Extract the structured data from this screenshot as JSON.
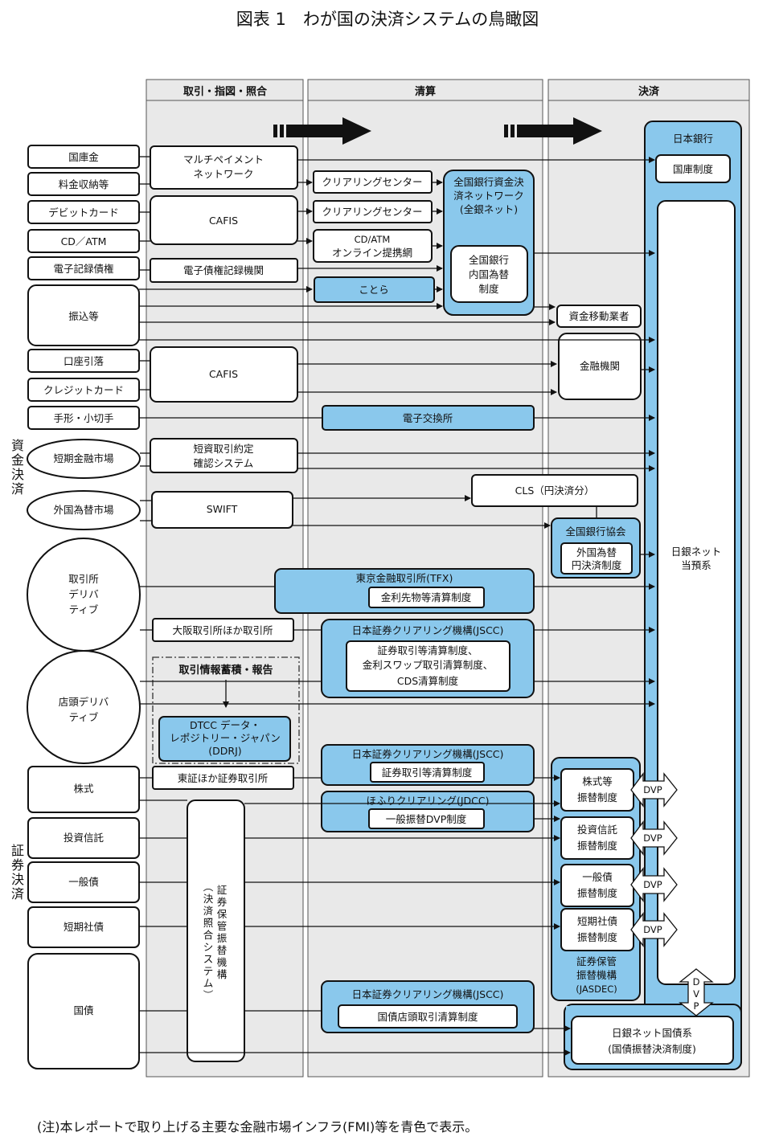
{
  "title": "図表 1　わが国の決済システムの鳥瞰図",
  "note": "(注)本レポートで取り上げる主要な金融市場インフラ(FMI)等を青色で表示。",
  "columns": {
    "trade": "取引・指図・照合",
    "clearing": "清算",
    "settlement": "決済"
  },
  "side_labels": {
    "funds": "資金決済",
    "securities": "証券決済"
  },
  "left": {
    "kokkokin": "国庫金",
    "ryokin": "料金収納等",
    "debit": "デビットカード",
    "cd_atm": "CD／ATM",
    "densai": "電子記録債権",
    "furikomi": "振込等",
    "kouza": "口座引落",
    "credit": "クレジットカード",
    "tegata": "手形・小切手",
    "tanki": "短期金融市場",
    "gaikoku": "外国為替市場",
    "deriv": [
      "取引所",
      "デリバ",
      "ティブ"
    ],
    "otc": [
      "店頭デリバ",
      "ティブ"
    ],
    "kabu": "株式",
    "toshin": "投資信託",
    "ippan": "一般債",
    "tankisha": "短期社債",
    "kokusai": "国債"
  },
  "trade": {
    "multi": [
      "マルチペイメント",
      "ネットワーク"
    ],
    "cafis1": "CAFIS",
    "densai_org": "電子債権記録機関",
    "cafis2": "CAFIS",
    "tanshi": [
      "短資取引約定",
      "確認システム"
    ],
    "swift": "SWIFT",
    "osaka": "大阪取引所ほか取引所",
    "report": "取引情報蓄積・報告",
    "dtcc": [
      "DTCC データ・",
      "レポジトリー・ジャパン",
      "(DDRJ)"
    ],
    "tosho": "東証ほか証券取引所",
    "hofuri_sys": [
      "証券保管振替機構",
      "(決済照合システム)"
    ]
  },
  "clearing": {
    "clr1": "クリアリングセンター",
    "clr2": "クリアリングセンター",
    "cd_online": [
      "CD/ATM",
      "オンライン提携網"
    ],
    "kotora": "ことら",
    "zengin": [
      "全国銀行資金決",
      "済ネットワーク",
      "(全銀ネット)"
    ],
    "zengin_naikoku": [
      "全国銀行",
      "内国為替",
      "制度"
    ],
    "denshi": "電子交換所",
    "cls": "CLS（円決済分）",
    "tfx": "東京金融取引所(TFX)",
    "tfx_sub": "金利先物等清算制度",
    "jscc1": "日本証券クリアリング機構(JSCC)",
    "jscc1_sub": [
      "証券取引等清算制度、",
      "金利スワップ取引清算制度、",
      "CDS清算制度"
    ],
    "jscc2": "日本証券クリアリング機構(JSCC)",
    "jscc2_sub": "証券取引等清算制度",
    "jdcc": "ほふりクリアリング(JDCC)",
    "jdcc_sub": "一般振替DVP制度",
    "jscc3": "日本証券クリアリング機構(JSCC)",
    "jscc3_sub": "国債店頭取引清算制度"
  },
  "settlement": {
    "boj": "日本銀行",
    "kokko": "国庫制度",
    "shikin": "資金移動業者",
    "kinyu": "金融機関",
    "zenginkyo": "全国銀行協会",
    "gaitame": [
      "外国為替",
      "円決済制度"
    ],
    "toyo": [
      "日銀ネット",
      "当預系"
    ],
    "kabu_furikae": [
      "株式等",
      "振替制度"
    ],
    "toshin_furikae": [
      "投資信託",
      "振替制度"
    ],
    "ippan_furikae": [
      "一般債",
      "振替制度"
    ],
    "tankisha_furikae": [
      "短期社債",
      "振替制度"
    ],
    "jasdec": [
      "証券保管",
      "振替機構",
      "(JASDEC)"
    ],
    "kokusai_kei": [
      "日銀ネット国債系",
      "(国債振替決済制度)"
    ],
    "dvp": "DVP",
    "dvp_v": [
      "D",
      "V",
      "P"
    ]
  },
  "colors": {
    "blue": "#8ac8ec",
    "column": "#e9e9e9"
  }
}
